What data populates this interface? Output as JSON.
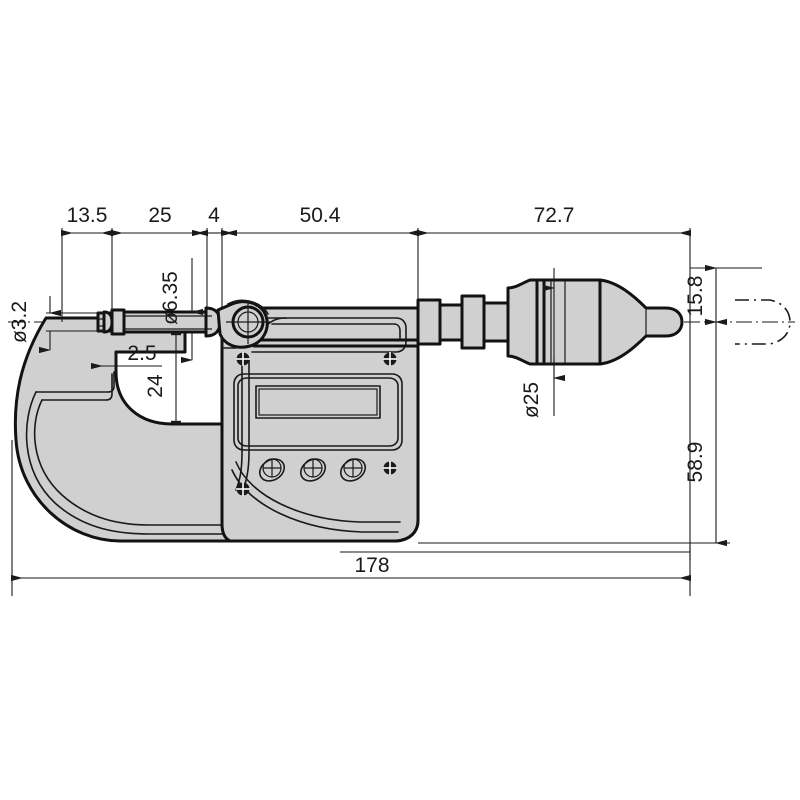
{
  "drawing": {
    "title": "Digital Micrometer Outline Drawing",
    "subject": "digital-micrometer",
    "units_note": "mm",
    "colors": {
      "line": "#1a1a1a",
      "outline": "#121212",
      "body_fill": "#d0d0d0",
      "display_fill": "#cccccc",
      "background": "#ffffff"
    }
  },
  "dimensions": {
    "top_chain": [
      {
        "key": "d_13_5",
        "label": "13.5"
      },
      {
        "key": "d_25",
        "label": "25"
      },
      {
        "key": "d_4",
        "label": "4"
      },
      {
        "key": "d_50_4",
        "label": "50.4"
      },
      {
        "key": "d_72_7",
        "label": "72.7"
      }
    ],
    "left_vertical": [
      {
        "key": "d_3_2",
        "label": "ø3.2"
      }
    ],
    "interior": [
      {
        "key": "d_6_35",
        "label": "ø6.35"
      },
      {
        "key": "d_2_5",
        "label": "2.5"
      },
      {
        "key": "d_24",
        "label": "24"
      },
      {
        "key": "d_25_dia",
        "label": "ø25"
      }
    ],
    "right_vertical": [
      {
        "key": "d_15_8",
        "label": "15.8"
      },
      {
        "key": "d_58_9",
        "label": "58.9"
      }
    ],
    "bottom": [
      {
        "key": "d_178",
        "label": "178"
      }
    ]
  },
  "components": {
    "frame": "micrometer-frame",
    "anvil": "anvil",
    "spindle": "spindle",
    "lock_clamp": "spindle-lock-clamp",
    "sleeve": "sleeve",
    "thimble": "thimble",
    "ratchet_stop": "ratchet-stop",
    "display": "lcd-display",
    "buttons": [
      {
        "key": "btn_1",
        "name": "button-origin"
      },
      {
        "key": "btn_2",
        "name": "button-zero-abs"
      },
      {
        "key": "btn_3",
        "name": "button-mode"
      }
    ],
    "screws": [
      {
        "key": "screw_tl",
        "name": "screw-top-left"
      },
      {
        "key": "screw_tr",
        "name": "screw-top-right"
      },
      {
        "key": "screw_br",
        "name": "screw-bottom-right"
      },
      {
        "key": "screw_bl",
        "name": "screw-bottom-left"
      }
    ]
  }
}
